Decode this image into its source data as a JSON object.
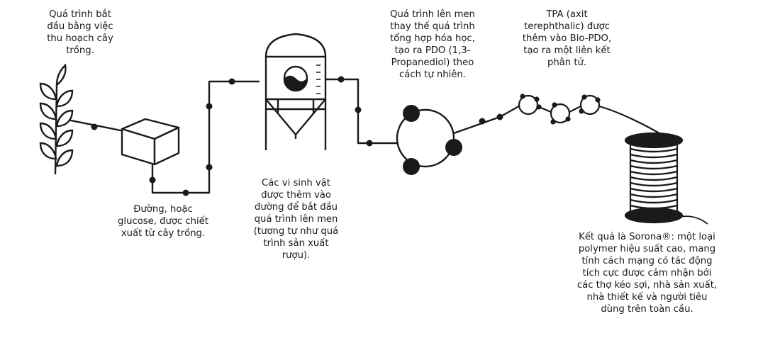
{
  "captions": {
    "harvest": "Quá trình bắt\nđầu bằng việc\nthu hoạch cây\ntrồng.",
    "sugar": "Đường, hoặc\nglucose, được chiết\nxuất từ cây trồng.",
    "microbes": "Các vi sinh vật\nđược thêm vào\nđường để bắt đầu\nquá trình lên men\n(tương tự như quá\ntrình sản xuất\nrượu).",
    "fermentation": "Quá trình lên men\nthay thế quá trình\ntổng hợp hóa học,\ntạo ra PDO (1,3-\nPropanediol) theo\ncách tự nhiên.",
    "tpa": "TPA (axit\nterephthalic) được\nthêm vào Bio-PDO,\ntạo ra một liên kết\nphân tử.",
    "result": "Kết quả là Sorona®: một loại\npolymer hiệu suất cao, mang\ntính cách mạng có tác động\ntích cực được cảm nhận bởi\ncác thợ kéo sợi, nhà sản xuất,\nnhà thiết kế và người tiêu\ndùng trên toàn cầu."
  },
  "icons": [
    "wheat-icon",
    "sugar-cube-icon",
    "fermentation-tank-icon",
    "pdo-molecule-icon",
    "polymer-chain-icon",
    "thread-spool-icon"
  ],
  "colors": {
    "ink": "#1a1a1a",
    "background": "#ffffff"
  }
}
